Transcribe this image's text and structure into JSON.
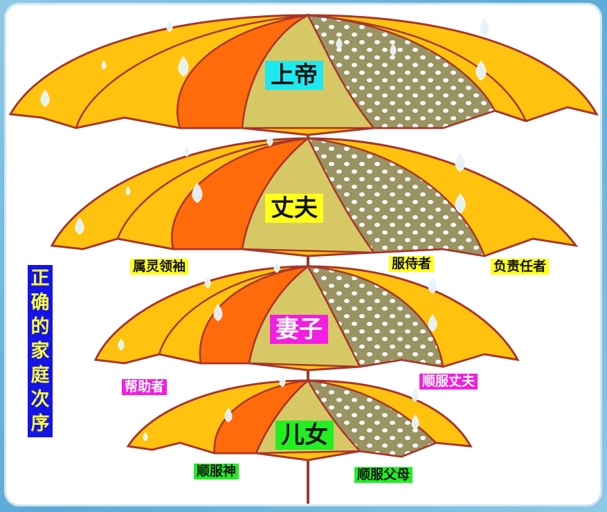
{
  "title_vertical": [
    "正",
    "确",
    "的",
    "家",
    "庭",
    "次",
    "序"
  ],
  "umbrellas": [
    {
      "label": "上帝",
      "color": "cyan"
    },
    {
      "label": "丈夫",
      "color": "yellow"
    },
    {
      "label": "妻子",
      "color": "magenta"
    },
    {
      "label": "儿女",
      "color": "green"
    }
  ],
  "roles": {
    "husband_left": "属灵领袖",
    "husband_mid": "服侍者",
    "husband_right": "负责任者",
    "wife_left": "帮助者",
    "wife_right": "顺服丈夫",
    "children_left": "顺服神",
    "children_right": "顺服父母"
  },
  "colors": {
    "panel_yellow": "#ffc20e",
    "panel_orange": "#ff6a0a",
    "panel_khaki": "#d6c865",
    "panel_olive": "#9a9463",
    "edge": "#a8352a"
  }
}
